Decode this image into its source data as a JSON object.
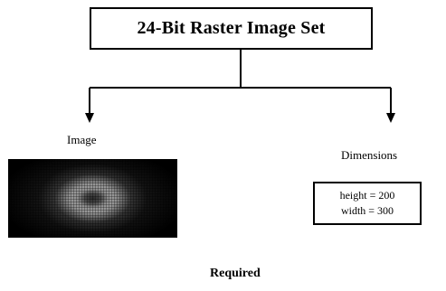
{
  "diagram": {
    "title": "24-Bit Raster Image Set",
    "branches": {
      "left": {
        "label": "Image",
        "content_type": "raster-image-preview"
      },
      "right": {
        "label": "Dimensions",
        "values": [
          "height = 200",
          "width = 300"
        ]
      }
    },
    "footer": "Required"
  },
  "colors": {
    "line": "#000000",
    "background": "#ffffff",
    "image_background": "#000000"
  }
}
